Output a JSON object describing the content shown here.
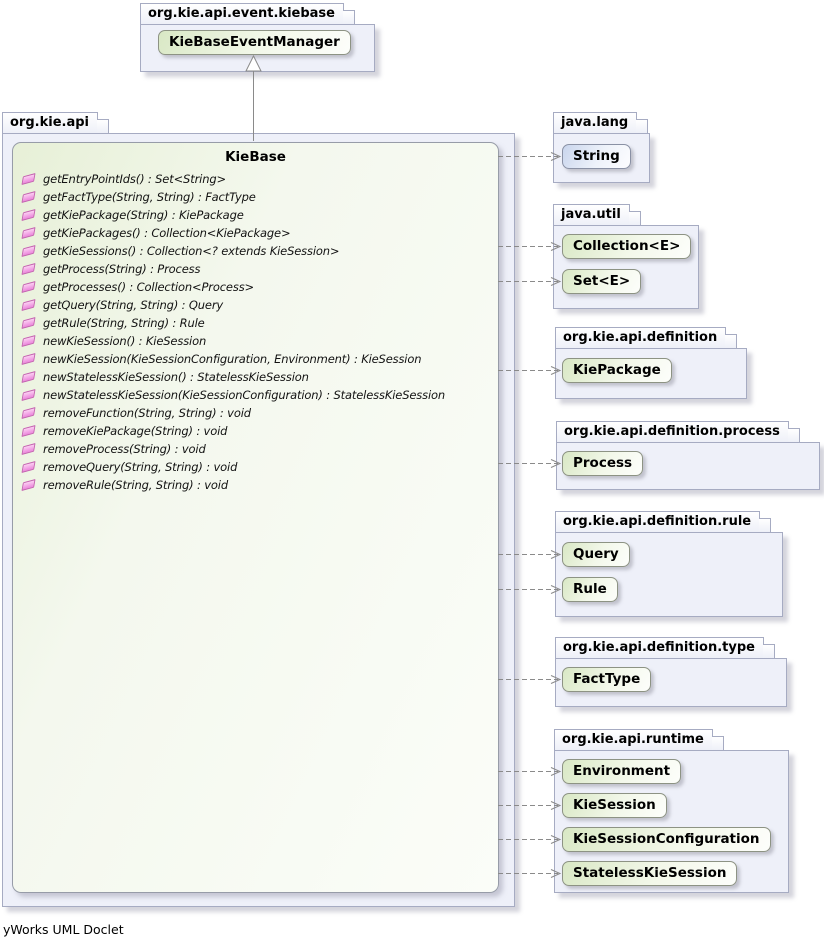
{
  "footer": "yWorks UML Doclet",
  "top_package": {
    "name": "org.kie.api.event.kiebase",
    "classes": [
      "KieBaseEventManager"
    ]
  },
  "main_package": {
    "name": "org.kie.api",
    "class_box": {
      "title": "KieBase",
      "methods": [
        "getEntryPointIds() : Set<String>",
        "getFactType(String, String) : FactType",
        "getKiePackage(String) : KiePackage",
        "getKiePackages() : Collection<KiePackage>",
        "getKieSessions() : Collection<? extends KieSession>",
        "getProcess(String) : Process",
        "getProcesses() : Collection<Process>",
        "getQuery(String, String) : Query",
        "getRule(String, String) : Rule",
        "newKieSession() : KieSession",
        "newKieSession(KieSessionConfiguration, Environment) : KieSession",
        "newStatelessKieSession() : StatelessKieSession",
        "newStatelessKieSession(KieSessionConfiguration) : StatelessKieSession",
        "removeFunction(String, String) : void",
        "removeKiePackage(String) : void",
        "removeProcess(String) : void",
        "removeQuery(String, String) : void",
        "removeRule(String, String) : void"
      ]
    }
  },
  "right_packages": [
    {
      "name": "java.lang",
      "classes": [
        "String"
      ]
    },
    {
      "name": "java.util",
      "classes": [
        "Collection<E>",
        "Set<E>"
      ]
    },
    {
      "name": "org.kie.api.definition",
      "classes": [
        "KiePackage"
      ]
    },
    {
      "name": "org.kie.api.definition.process",
      "classes": [
        "Process"
      ]
    },
    {
      "name": "org.kie.api.definition.rule",
      "classes": [
        "Query",
        "Rule"
      ]
    },
    {
      "name": "org.kie.api.definition.type",
      "classes": [
        "FactType"
      ]
    },
    {
      "name": "org.kie.api.runtime",
      "classes": [
        "Environment",
        "KieSession",
        "KieSessionConfiguration",
        "StatelessKieSession"
      ]
    }
  ],
  "colors": {
    "class_fill_green": "#d9e8c5",
    "class_fill_blue": "#c9d5ed",
    "package_fill": "#eef0f9",
    "method_icon_pink": "#ec86dc",
    "edge_gray": "#8a8a8a"
  }
}
